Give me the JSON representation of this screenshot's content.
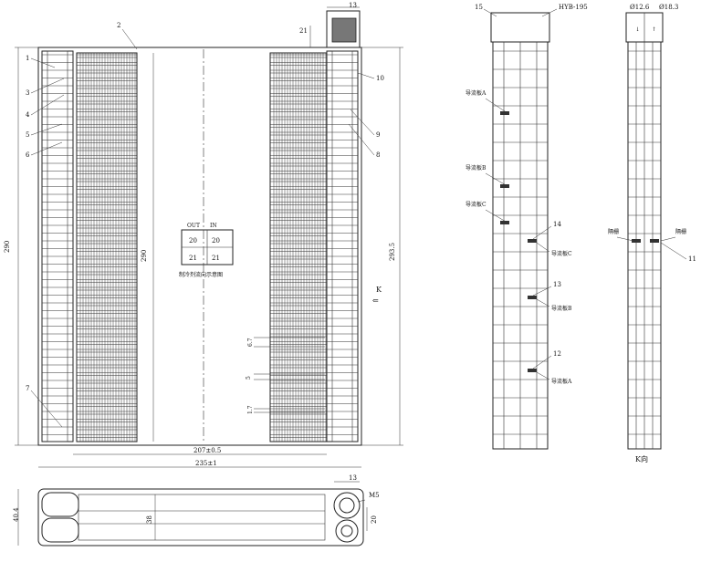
{
  "front_view": {
    "callouts": [
      "1",
      "2",
      "3",
      "4",
      "5",
      "6",
      "7",
      "8",
      "9",
      "10",
      "13"
    ],
    "dims": {
      "height_left": "290",
      "height_mid": "290",
      "height_right": "293.5",
      "width_inner": "207±0.5",
      "width_outer": "235±1",
      "top_offset": "21",
      "pitch_a": "6.7",
      "pitch_b": "5",
      "pitch_c": "1.7"
    },
    "flow_diagram": {
      "out_label": "OUT",
      "in_label": "IN",
      "row1": [
        "20",
        "20"
      ],
      "row2": [
        "21",
        "21"
      ],
      "caption": "制冷剂流向示意图"
    },
    "view_arrow": "K"
  },
  "side_view": {
    "part_label": "HYB-195",
    "callouts": [
      "15",
      "14",
      "13",
      "12"
    ],
    "baffles": [
      "导流板A",
      "导流板B",
      "导流板C",
      "导流板C",
      "导流板B",
      "导流板A"
    ]
  },
  "k_view": {
    "dia_left": "Ø12.6",
    "dia_right": "Ø18.3",
    "spacer_left": "隔栅",
    "spacer_right": "隔栅",
    "callout": "11",
    "title": "K向"
  },
  "bottom_view": {
    "dims": {
      "thickness": "40.4",
      "inner": "38",
      "fitting": "13",
      "thread": "M5",
      "boss": "20"
    }
  }
}
